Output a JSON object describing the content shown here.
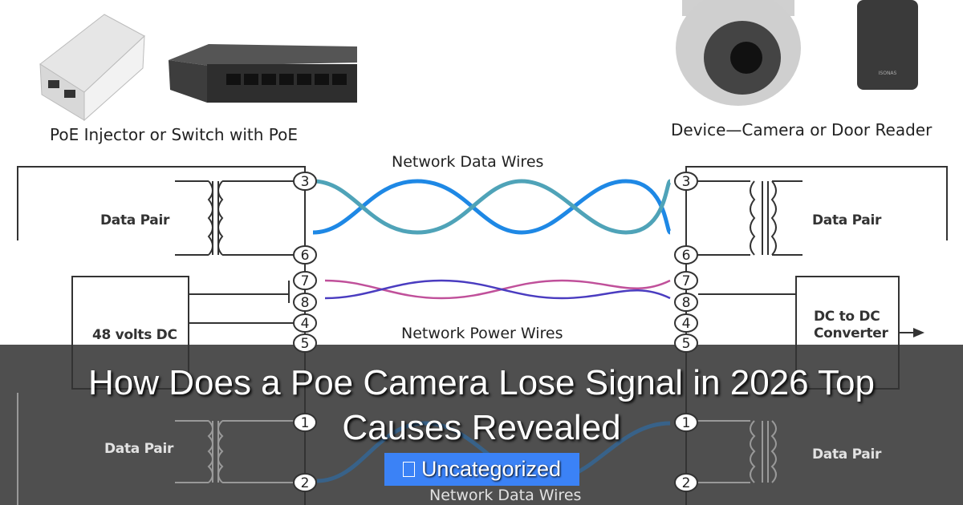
{
  "diagram": {
    "left_photo_caption": "PoE Injector or Switch with PoE",
    "right_photo_caption": "Device—Camera or Door Reader",
    "top_wires_label": "Network Data Wires",
    "power_wires_label": "Network Power Wires",
    "bottom_wires_label": "Network Data Wires",
    "data_pair_label": "Data Pair",
    "power_source_label": "48 volts DC",
    "converter_label_line1": "DC to DC",
    "converter_label_line2": "Converter",
    "reader_brand": "ISONAS",
    "pins": [
      "3",
      "6",
      "7",
      "8",
      "4",
      "5",
      "1",
      "2"
    ],
    "colors": {
      "data_wire_a": "#1e88e5",
      "data_wire_b": "#4fa3b8",
      "power_wire_a": "#c0509a",
      "power_wire_b": "#4a3cc0"
    }
  },
  "post": {
    "title": "How Does a Poe Camera Lose Signal in 2026 Top Causes Revealed",
    "category": "Uncategorized",
    "category_icon": "folder-icon",
    "category_color": "#3b82f6"
  }
}
